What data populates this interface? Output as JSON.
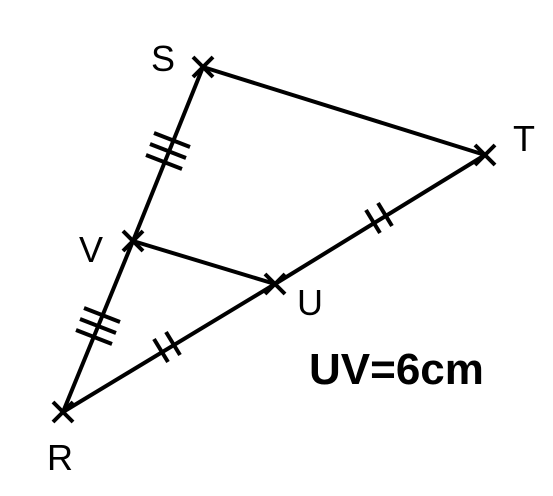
{
  "diagram": {
    "points": {
      "S": "S",
      "T": "T",
      "V": "V",
      "U": "U",
      "R": "R"
    },
    "given": "UV=6cm"
  }
}
